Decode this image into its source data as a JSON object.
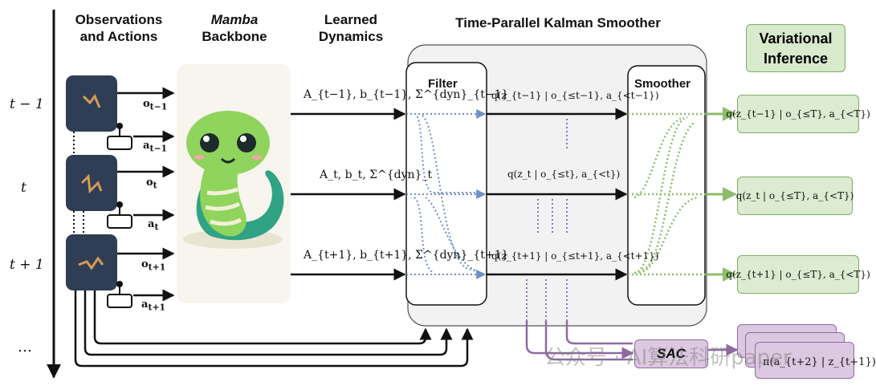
{
  "headers": {
    "obs_line1": "Observations",
    "obs_line2": "and Actions",
    "backbone_line1": "Mamba",
    "backbone_line2": "Backbone",
    "dyn_line1": "Learned",
    "dyn_line2": "Dynamics",
    "smoother_title": "Time-Parallel Kalman Smoother",
    "vi_line1": "Variational",
    "vi_line2": "Inference"
  },
  "time_labels": [
    "t − 1",
    "t",
    "t + 1",
    "…"
  ],
  "observations": [
    "o",
    "o",
    "o"
  ],
  "observation_subs": [
    "t−1",
    "t",
    "t+1"
  ],
  "actions": [
    "a",
    "a",
    "a"
  ],
  "action_subs": [
    "t−1",
    "t",
    "t+1"
  ],
  "dynamics": [
    "A_{t−1}, b_{t−1}, Σ^{dyn}_{t−1}",
    "A_t, b_t, Σ^{dyn}_t",
    "A_{t+1}, b_{t+1}, Σ^{dyn}_{t+1}"
  ],
  "filter_label": "Filter",
  "smoother_label": "Smoother",
  "filtered": [
    "q(z_{t−1} | o_{≤t−1}, a_{<t−1})",
    "q(z_t | o_{≤t}, a_{<t})",
    "q(z_{t+1} | o_{≤t+1}, a_{<t+1})"
  ],
  "posteriors": [
    "q(z_{t−1} | o_{≤T}, a_{<T})",
    "q(z_t | o_{≤T}, a_{<T})",
    "q(z_{t+1} | o_{≤T}, a_{<T})"
  ],
  "sac_label": "SAC",
  "policy_label": "π(a_{t+2} | z_{t+1})",
  "watermark": "公众号 · AI算法科研paper",
  "colors": {
    "filter_arrows": "#6f8fc4",
    "smoother_arrows": "#8dbd6a",
    "sac_purple": "#8f6aa2",
    "posterior_fill": "#dcebd1",
    "robot_panel": "#2f3e55"
  },
  "icons": [
    "robot-frame-icon",
    "joystick-icon",
    "snake-mascot-icon"
  ]
}
